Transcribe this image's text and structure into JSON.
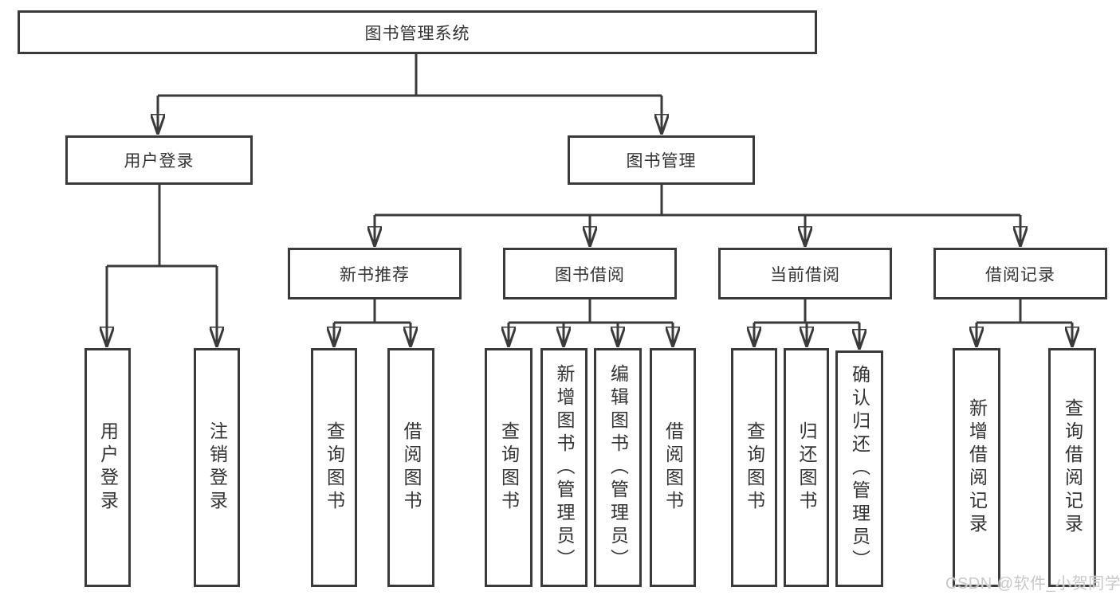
{
  "page": {
    "background": "#ffffff"
  },
  "tree": {
    "root": "图书管理系统",
    "branches": [
      {
        "label": "用户登录",
        "children": [
          {
            "label": "用户登录"
          },
          {
            "label": "注销登录"
          }
        ]
      },
      {
        "label": "图书管理",
        "children": [
          {
            "label": "新书推荐",
            "children": [
              {
                "label": "查询图书"
              },
              {
                "label": "借阅图书"
              }
            ]
          },
          {
            "label": "图书借阅",
            "children": [
              {
                "label": "查询图书"
              },
              {
                "label": "新增图书（管理员）"
              },
              {
                "label": "编辑图书（管理员）"
              },
              {
                "label": "借阅图书"
              }
            ]
          },
          {
            "label": "当前借阅",
            "children": [
              {
                "label": "查询图书"
              },
              {
                "label": "归还图书"
              },
              {
                "label": "确认归还（管理员）"
              }
            ]
          },
          {
            "label": "借阅记录",
            "children": [
              {
                "label": "新增借阅记录"
              },
              {
                "label": "查询借阅记录"
              }
            ]
          }
        ]
      }
    ]
  },
  "watermark": {
    "text": "CSDN @软件_小贺同学",
    "color": "#c8c8c8"
  },
  "colors": {
    "line": "#3a3a3a",
    "box_border": "#3a3a3a",
    "box_fill": "#ffffff",
    "text": "#333333"
  }
}
